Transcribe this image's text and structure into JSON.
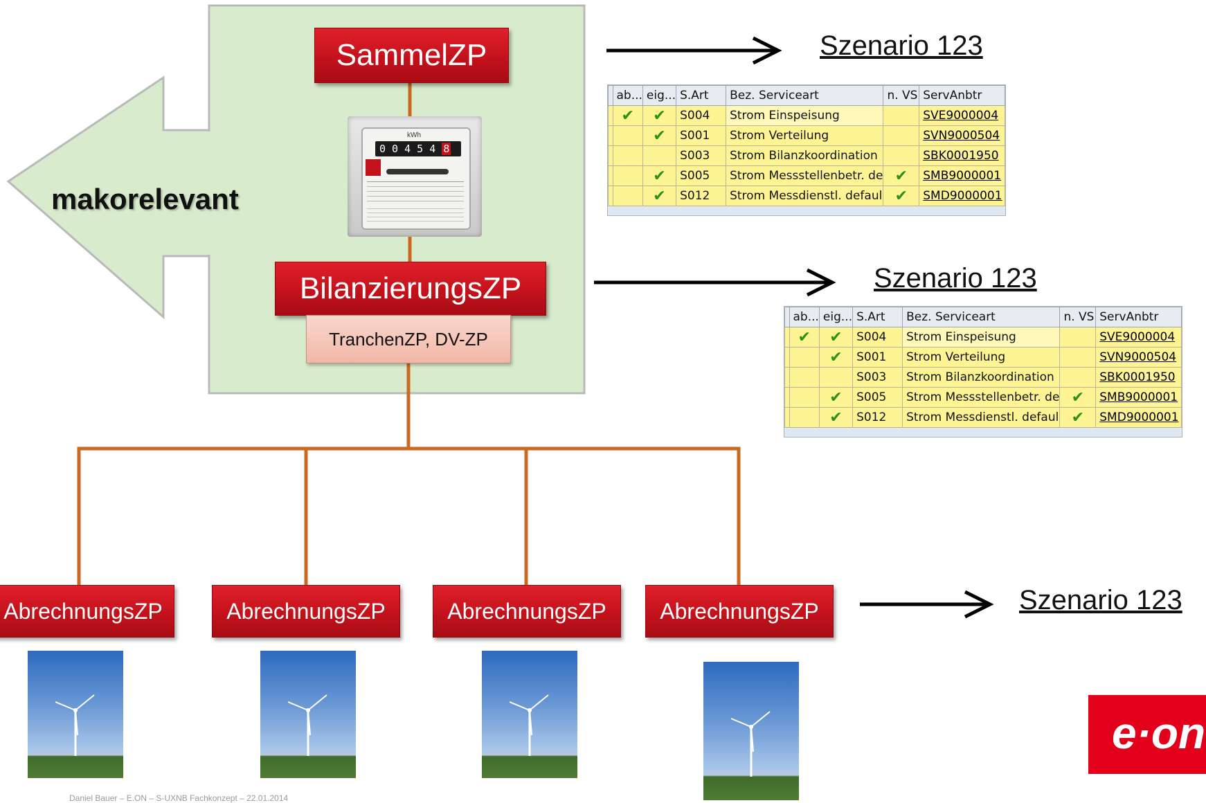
{
  "colors": {
    "red": "#c3121c",
    "orange": "#c96a20",
    "green_panel": "#dbeccf",
    "pink": "#f6c6ba",
    "sap_yellow": "#fff493"
  },
  "diagram": {
    "sammel_label": "SammelZP",
    "bilanz_label": "BilanzierungsZP",
    "tranchen_label": "TranchenZP, DV-ZP",
    "arrow_label": "makorelevant",
    "abrechnung_labels": [
      "AbrechnungsZP",
      "AbrechnungsZP",
      "AbrechnungsZP",
      "AbrechnungsZP"
    ],
    "scenario_links": [
      "Szenario 123",
      "Szenario 123",
      "Szenario 123"
    ],
    "meter": {
      "unit": "kWh",
      "digits": "0 0 4 5 4",
      "digit_last": "8"
    },
    "logo_text": "e·on",
    "icons": [
      "meter-photo",
      "wind-turbine-photo",
      "arrow-right-icon",
      "checkmark-icon"
    ]
  },
  "sap_table": {
    "headers": [
      "ab...",
      "eig...",
      "S.Art",
      "Bez. Serviceart",
      "n. VS",
      "ServAnbtr"
    ],
    "rows": [
      {
        "ab": true,
        "eig": true,
        "sart": "S004",
        "bez": "Strom Einspeisung",
        "nvs": false,
        "anbtr": "SVE9000004"
      },
      {
        "ab": false,
        "eig": true,
        "sart": "S001",
        "bez": "Strom Verteilung",
        "nvs": false,
        "anbtr": "SVN9000504"
      },
      {
        "ab": false,
        "eig": false,
        "sart": "S003",
        "bez": "Strom Bilanzkoordination",
        "nvs": false,
        "anbtr": "SBK0001950"
      },
      {
        "ab": false,
        "eig": true,
        "sart": "S005",
        "bez": "Strom Messstellenbetr. de",
        "nvs": true,
        "anbtr": "SMB9000001"
      },
      {
        "ab": false,
        "eig": true,
        "sart": "S012",
        "bez": "Strom Messdienstl. defaul",
        "nvs": true,
        "anbtr": "SMD9000001"
      }
    ]
  },
  "footer": {
    "text": "Daniel Bauer – E.ON – S-UXNB Fachkonzept – 22.01.2014"
  }
}
